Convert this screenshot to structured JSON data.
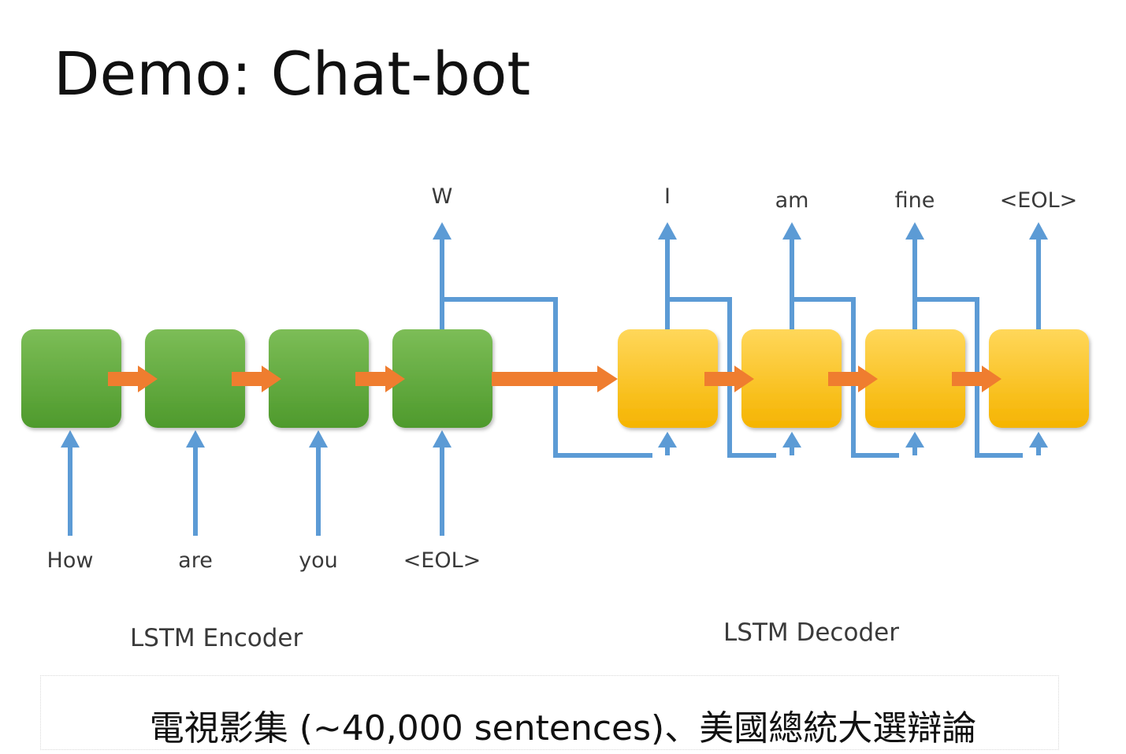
{
  "title": "Demo: Chat-bot",
  "encoder": {
    "label": "LSTM Encoder",
    "inputs": [
      "How",
      "are",
      "you",
      "<EOL>"
    ],
    "output": "W"
  },
  "decoder": {
    "label": "LSTM Decoder",
    "outputs": [
      "I",
      "am",
      "fine",
      "<EOL>"
    ]
  },
  "caption": "電視影集 (~40,000 sentences)、美國總統大選辯論",
  "colors": {
    "encoder_cell": "#5fa83a",
    "decoder_cell": "#fcc11a",
    "state_arrow": "#ef7d2f",
    "io_arrow": "#5c9bd5"
  }
}
